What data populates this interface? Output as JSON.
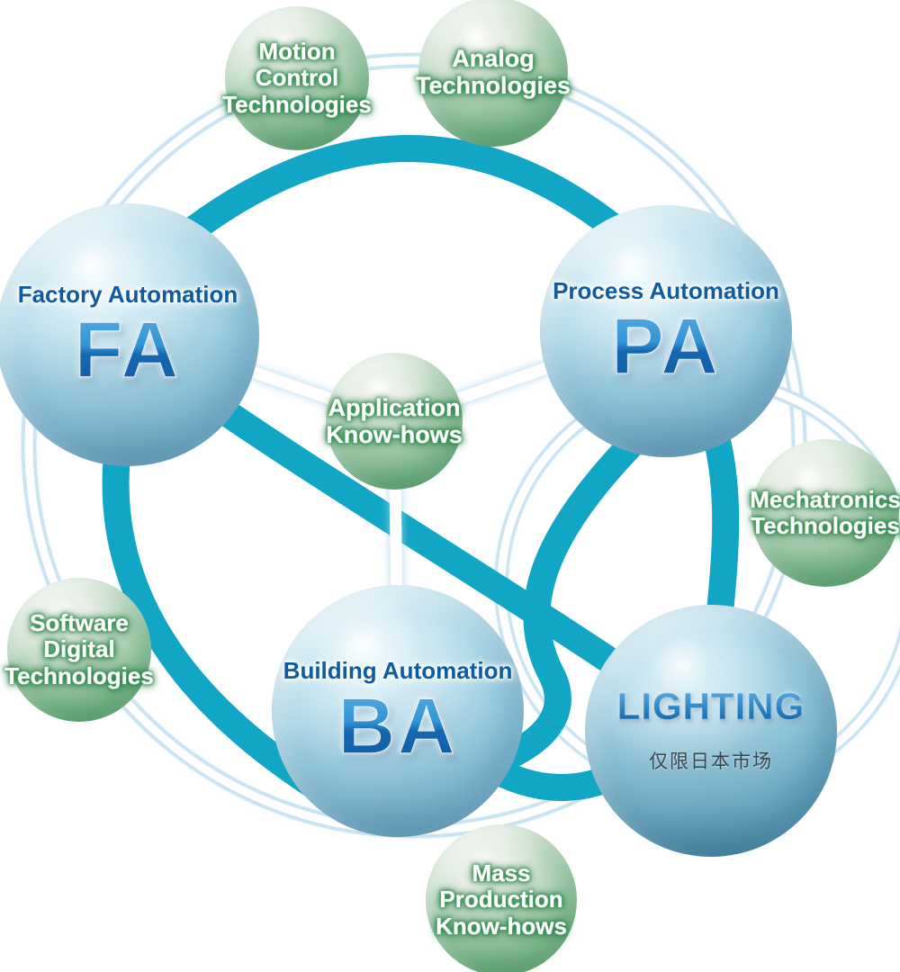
{
  "nodes": {
    "fa": {
      "label": "Factory Automation",
      "abbr": "FA"
    },
    "pa": {
      "label": "Process Automation",
      "abbr": "PA"
    },
    "ba": {
      "label": "Building Automation",
      "abbr": "BA"
    },
    "lighting": {
      "label": "LIGHTING",
      "note": "仅限日本市场"
    },
    "motion": {
      "lines": [
        "Motion",
        "Control",
        "Technologies"
      ]
    },
    "analog": {
      "lines": [
        "Analog",
        "Technologies"
      ]
    },
    "application": {
      "lines": [
        "Application",
        "Know-hows"
      ]
    },
    "mechatronics": {
      "lines": [
        "Mechatronics",
        "Technologies"
      ]
    },
    "software": {
      "lines": [
        "Software",
        "Digital",
        "Technologies"
      ]
    },
    "mass": {
      "lines": [
        "Mass",
        "Production",
        "Know-hows"
      ]
    }
  },
  "links": [
    {
      "from": "fa",
      "to": "pa",
      "style": "teal"
    },
    {
      "from": "fa",
      "to": "ba",
      "style": "teal"
    },
    {
      "from": "fa",
      "to": "lighting",
      "style": "teal"
    },
    {
      "from": "pa",
      "to": "ba",
      "style": "teal"
    },
    {
      "from": "pa",
      "to": "lighting",
      "style": "teal"
    },
    {
      "from": "ba",
      "to": "lighting",
      "style": "teal"
    },
    {
      "from": "application",
      "to": "fa",
      "style": "white"
    },
    {
      "from": "application",
      "to": "pa",
      "style": "white"
    },
    {
      "from": "application",
      "to": "ba",
      "style": "white"
    }
  ],
  "colors": {
    "connector_teal": "#11a6c6",
    "connector_white": "#ffffff",
    "ring_glow": "#a3d2e8",
    "blue_sphere_edge": "#74abc4",
    "lighting_sphere_edge": "#4e88a1",
    "green_sphere_edge": "#68ae7e",
    "domain_text_blue": "#0f5ba2",
    "tech_text": "#ffffff",
    "tech_text_glow": "#1f7f41",
    "lighting_note_text": "#37474f"
  }
}
